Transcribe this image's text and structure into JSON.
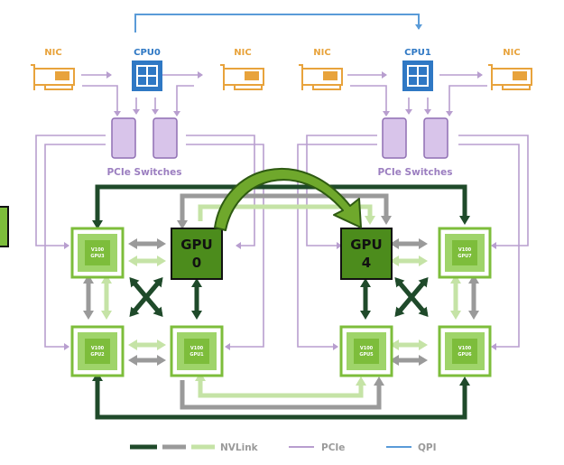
{
  "colors": {
    "nic": "#e8a33c",
    "cpu": "#2f78c4",
    "pcie": "#b89ecf",
    "pcie_fill": "#d8c4ea",
    "qpi": "#5a9bd8",
    "nv_dark": "#1f4a2a",
    "nv_gray": "#9a9a9a",
    "nv_light": "#c5e3a6",
    "gpu_green": "#7dbd3b",
    "gpu_highlight": "#4c8c1c",
    "swoosh": "#6fa82c"
  },
  "labels": {
    "nic": "NIC",
    "cpu0": "CPU0",
    "cpu1": "CPU1",
    "pcie_switches": "PCIe Switches"
  },
  "gpus": {
    "gpu0": {
      "line1": "GPU",
      "line2": "0"
    },
    "gpu4": {
      "line1": "GPU",
      "line2": "4"
    },
    "v100": "V100",
    "gpu1": "GPU1",
    "gpu2": "GPU2",
    "gpu3": "GPU3",
    "gpu5": "GPU5",
    "gpu6": "GPU6",
    "gpu7": "GPU7"
  },
  "legend": {
    "nvlink": "NVLink",
    "pcie": "PCIe",
    "qpi": "QPI"
  },
  "icons": {
    "nic": "network-card-icon",
    "cpu": "cpu-chip-icon",
    "switch": "pcie-switch-icon",
    "gpu": "v100-chip-icon",
    "swoosh": "curved-arrow-icon"
  }
}
